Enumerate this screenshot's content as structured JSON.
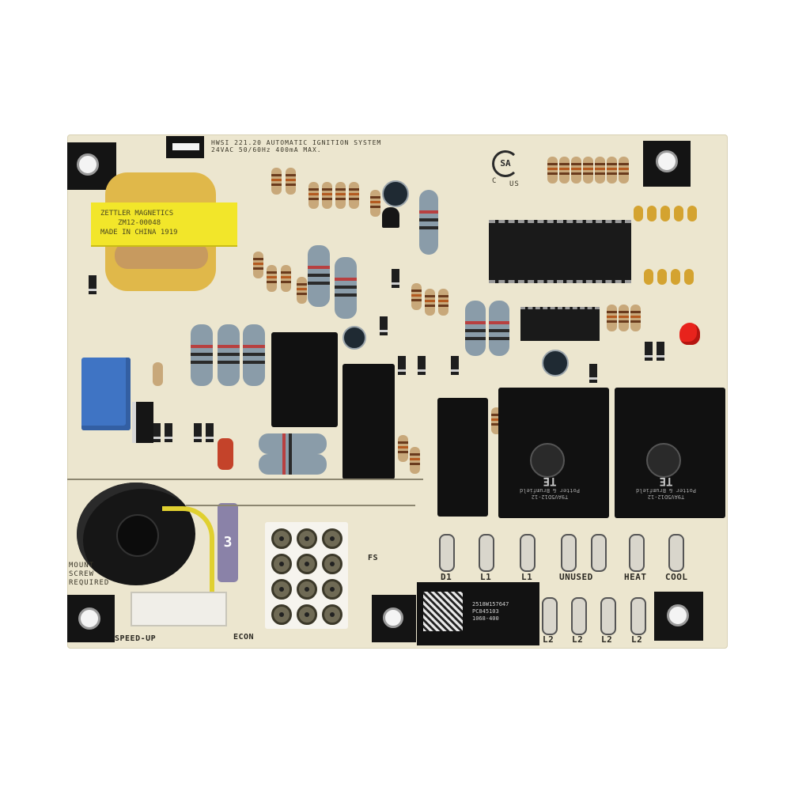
{
  "image": {
    "subject": "HVAC furnace automatic ignition control circuit board",
    "background_color": "#ffffff",
    "board_color": "#ece6cf"
  },
  "silkscreen": {
    "header_line1": "HWSI 221.20 AUTOMATIC IGNITION SYSTEM",
    "header_line2": "24VAC 50/60Hz 400mA MAX.",
    "certification_mark": "SA",
    "certification_c": "C",
    "certification_us": "US",
    "mount_note_line1": "MOUNT",
    "mount_note_line2": "SCREW",
    "mount_note_line3": "REQUIRED",
    "speed_up": "SPEED-UP",
    "econ": "ECON",
    "fs": "FS",
    "terminals_top": [
      "D1",
      "L1",
      "L1",
      "UNUSED",
      "HEAT",
      "COOL"
    ],
    "terminals_bottom": [
      "L2",
      "L2",
      "L2",
      "L2"
    ]
  },
  "transformer": {
    "label_line1": "ZETTLER MAGNETICS",
    "label_line2": "ZM12-00048",
    "label_line3": "MADE IN CHINA  1919",
    "color": "#f2e62a"
  },
  "barcode_label": {
    "line1": "2518W157647",
    "line2": "PC845103",
    "line3": "1068-400"
  },
  "relays": [
    {
      "brand": "TE",
      "sub": "Potter & Brumfield",
      "model": "T9AV5D12-12"
    },
    {
      "brand": "TE",
      "sub": "Potter & Brumfield",
      "model": "T9AV5D12-12"
    }
  ],
  "fuse_holder": {
    "value": "3",
    "color": "#8a82a8"
  },
  "led": {
    "color": "#e8231c"
  },
  "colors": {
    "blue_relay": "#3f74c4",
    "ic_black": "#1a1a1a",
    "power_resistor": "#8a9ca9",
    "red_capacitor": "#c4432a"
  }
}
